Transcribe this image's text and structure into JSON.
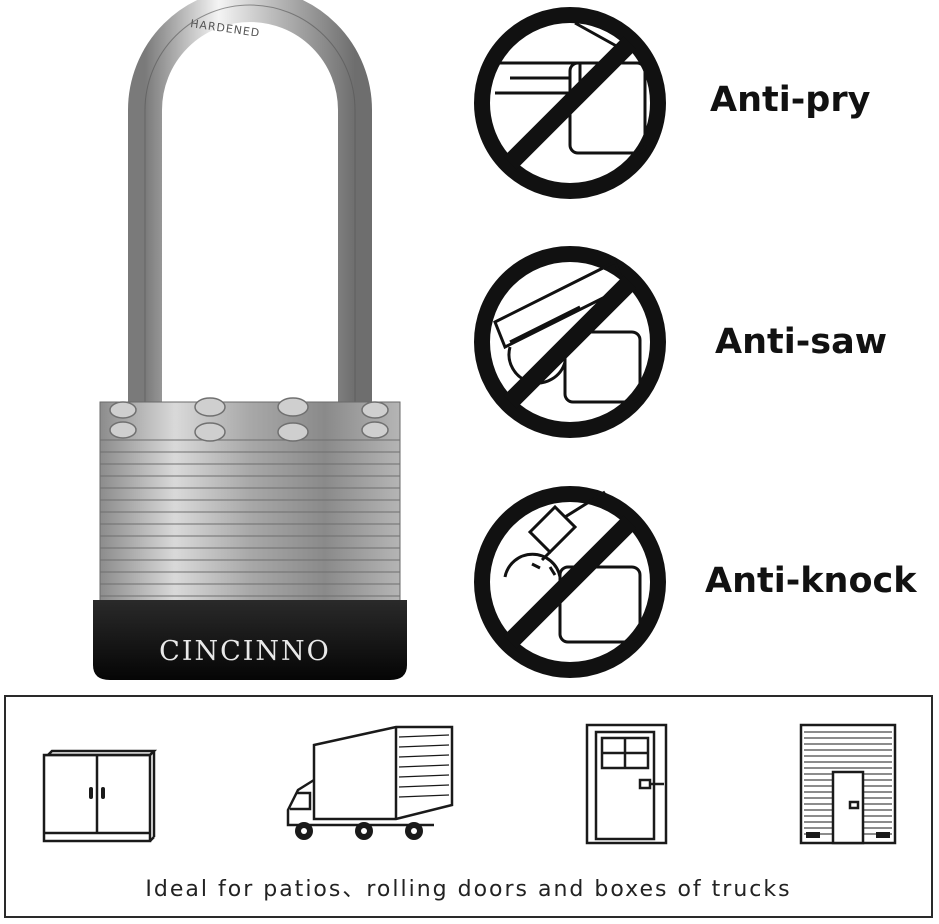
{
  "brand": {
    "name": "CINCINNO",
    "shackle_mark": "HARDENED"
  },
  "features": [
    {
      "label": "Anti-pry",
      "icon": "anti-pry-icon"
    },
    {
      "label": "Anti-saw",
      "icon": "anti-saw-icon"
    },
    {
      "label": "Anti-knock",
      "icon": "anti-knock-icon"
    }
  ],
  "usage": {
    "caption": "Ideal for patios、rolling doors and boxes of trucks",
    "icons": [
      "cabinet-icon",
      "truck-icon",
      "door-icon",
      "rolling-door-icon"
    ]
  },
  "colors": {
    "text": "#111111",
    "icon_stroke": "#1a1a1a",
    "lock_body": "#b9b9b9",
    "lock_base": "#111111"
  }
}
